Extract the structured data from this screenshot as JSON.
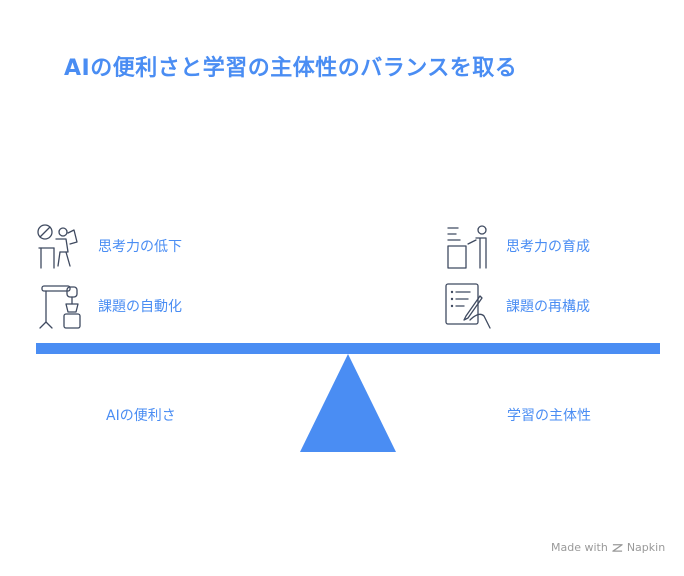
{
  "title": "AIの便利さと学習の主体性のバランスを取る",
  "left_side": {
    "label": "AIの便利さ",
    "items": [
      {
        "label": "思考力の低下",
        "icon": "person-at-desk-prohibited-icon"
      },
      {
        "label": "課題の自動化",
        "icon": "robot-arm-icon"
      }
    ]
  },
  "right_side": {
    "label": "学習の主体性",
    "items": [
      {
        "label": "思考力の育成",
        "icon": "person-at-whiteboard-icon"
      },
      {
        "label": "課題の再構成",
        "icon": "hand-writing-document-icon"
      }
    ]
  },
  "footer": {
    "made_with": "Made with",
    "brand": "Napkin"
  },
  "colors": {
    "accent": "#4a8df3",
    "icon_stroke": "#3f4a60",
    "footer": "#9a9a9a"
  }
}
